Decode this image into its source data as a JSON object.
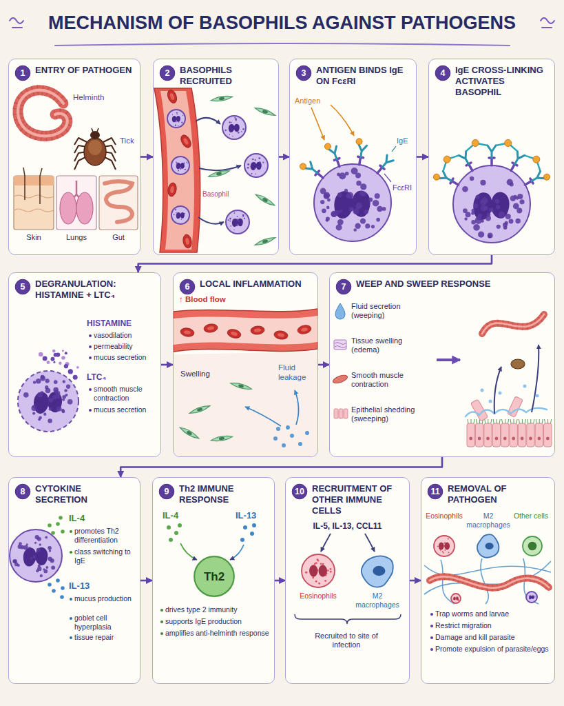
{
  "diagram": {
    "title": "MECHANISM OF BASOPHILS AGAINST PATHOGENS",
    "nodes": [
      {
        "text": [
          "ENTRY OF PATHOGEN"
        ]
      },
      {
        "text": [
          "1"
        ],
        "in": 0
      },
      {
        "text": [
          "BASOPHILS RECRUITED"
        ]
      },
      {
        "text": [
          "2"
        ],
        "in": 2
      },
      {
        "text": [
          "ANTIGEN BINDS IgE ON FcεRI"
        ]
      },
      {
        "text": [
          "3"
        ],
        "in": 4
      },
      {
        "text": [
          "IgE CROSS-LINKING ACTIVATES BASOPHIL"
        ]
      },
      {
        "text": [
          "4"
        ],
        "in": 6
      },
      {
        "text": [
          "DEGRANULATION: HISTAMINE + LTC₄"
        ]
      },
      {
        "text": [
          "5"
        ],
        "in": 8
      },
      {
        "text": [
          "LOCAL INFLAMMATION"
        ]
      },
      {
        "text": [
          "6"
        ],
        "in": 10
      },
      {
        "text": [
          "WEEP AND SWEEP RESPONSE"
        ]
      },
      {
        "text": [
          "7"
        ],
        "in": 12
      },
      {
        "text": [
          "CYTOKINE SECRETION"
        ]
      },
      {
        "text": [
          "8"
        ],
        "in": 14
      },
      {
        "text": [
          "Th2 IMMUNE RESPONSE"
        ]
      },
      {
        "text": [
          "9"
        ],
        "in": 16
      },
      {
        "text": [
          "Th2"
        ],
        "in": 16
      },
      {
        "text": [
          "RECRUITMENT OF OTHER IMMUNE CELLS"
        ]
      },
      {
        "text": [
          "10"
        ],
        "in": 19
      },
      {
        "text": [
          "REMOVAL OF PATHOGEN"
        ]
      },
      {
        "text": [
          "11"
        ],
        "in": 21
      }
    ],
    "edges": [
      {
        "from": 0,
        "to": 2,
        "arrow": "to"
      },
      {
        "from": 2,
        "to": 4,
        "arrow": "to"
      },
      {
        "from": 4,
        "to": 6,
        "arrow": "to"
      },
      {
        "from": 6,
        "to": 8,
        "arrow": "to"
      },
      {
        "from": 8,
        "to": 10,
        "arrow": "to"
      },
      {
        "from": 10,
        "to": 12,
        "arrow": "to"
      },
      {
        "from": 12,
        "to": 14,
        "arrow": "to"
      },
      {
        "from": 14,
        "to": 16,
        "arrow": "to"
      },
      {
        "from": 16,
        "to": 19,
        "arrow": "to"
      },
      {
        "from": 19,
        "to": 21,
        "arrow": "to"
      }
    ],
    "labels": [
      "Helminth",
      "Tick",
      "Skin",
      "Lungs",
      "Gut",
      "Basophil",
      "Antigen",
      "IgE",
      "FcεRI",
      "HISTAMINE",
      "vasodilation",
      "permeability",
      "mucus secretion",
      "LTC₄",
      "smooth muscle contraction",
      "mucus secretion",
      "↑ Blood flow",
      "Swelling",
      "Fluid leakage",
      "Fluid secretion (weeping)",
      "Tissue swelling (edema)",
      "Smooth muscle contraction",
      "Epithelial shedding (sweeping)",
      "IL-4",
      "promotes Th2 differentiation",
      "class switching to IgE",
      "IL-13",
      "mucus production",
      "goblet cell hyperplasia",
      "tissue repair",
      "IL-4",
      "IL-13",
      "drives type 2 immunity",
      "supports IgE production",
      "amplifies anti-helminth response",
      "IL-5, IL-13, CCL11",
      "Eosinophils",
      "M2 macrophages",
      "Recruited to site of infection",
      "Eosinophils",
      "M2 macrophages",
      "Other cells",
      "Trap worms and larvae",
      "Restrict migration",
      "Damage and kill parasite",
      "Promote expulsion of parasite/eggs"
    ]
  }
}
